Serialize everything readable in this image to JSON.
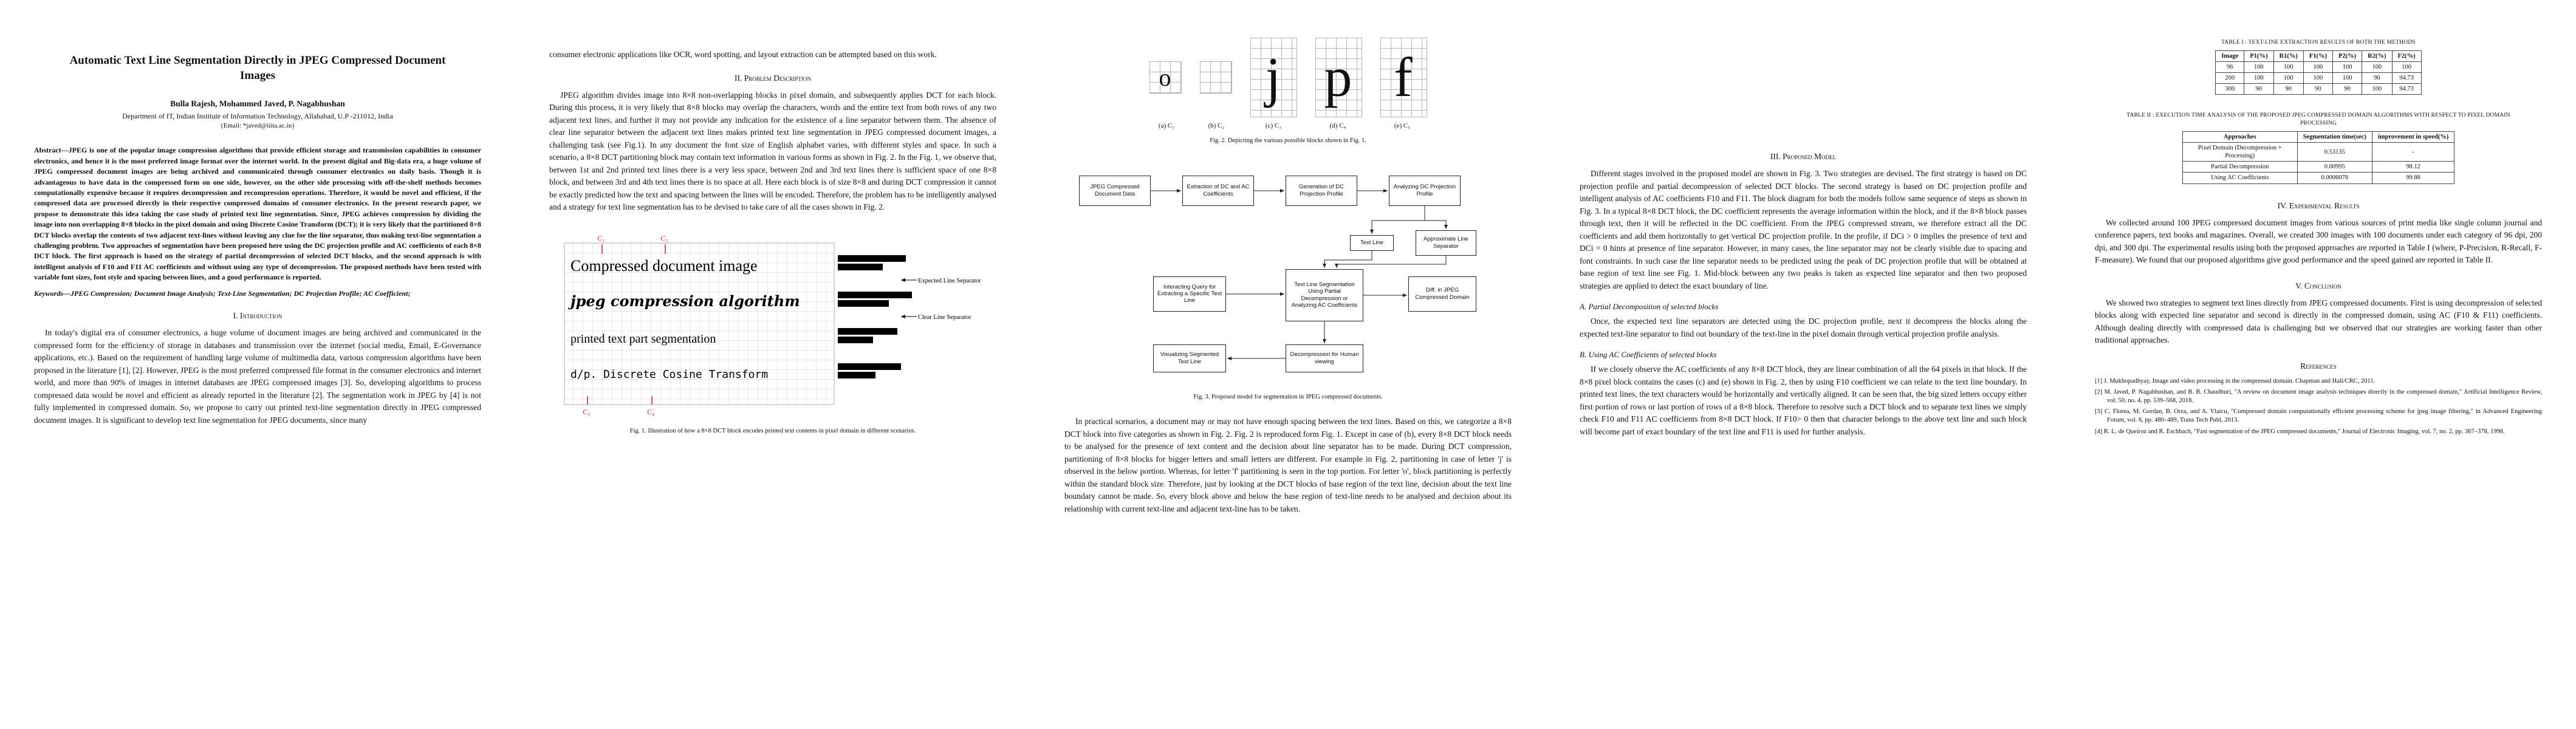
{
  "colors": {
    "text": "#111111",
    "annotation_red": "#cc2222",
    "grid_gray": "#b5b5b5"
  },
  "paper": {
    "page1": {
      "title": "Automatic Text Line Segmentation Directly in JPEG Compressed Document Images",
      "authors": "Bulla Rajesh, Mohammed Javed, P. Nagabhushan",
      "affiliation": "Department of IT, Indian Institute of Information Technology, Allahabad, U.P -211012, India",
      "email": "{Email: *javed@iiita.ac.in}",
      "abstract_label": "Abstract—",
      "abstract_text": "JPEG is one of the popular image compression algorithms that provide efficient storage and transmission capabilities in consumer electronics, and hence it is the most preferred image format over the internet world. In the present digital and Big-data era, a huge volume of JPEG compressed document images are being archived and communicated through consumer electronics on daily basis. Though it is advantageous to have data in the compressed form on one side, however, on the other side processing with off-the-shelf methods becomes computationally expensive because it requires decompression and recompression operations. Therefore, it would be novel and efficient, if the compressed data are processed directly in their respective compressed domains of consumer electronics. In the present research paper, we propose to demonstrate this idea taking the case study of printed text line segmentation. Since, JPEG achieves compression by dividing the image into non overlapping 8×8 blocks in the pixel domain and using Discrete Cosine Transform (DCT); it is very likely that the partitioned 8×8 DCT blocks overlap the contents of two adjacent text-lines without leaving any clue for the line separator, thus making text-line segmentation a challenging problem. Two approaches of segmentation have been proposed here using the DC projection profile and AC coefficients of each 8×8 DCT block. The first approach is based on the strategy of partial decompression of selected DCT blocks, and the second approach is with intelligent analysis of F10 and F11 AC coefficients and without using any type of decompression. The proposed methods have been tested with variable font sizes, font style and spacing between lines, and a good performance is reported.",
      "keywords_label": "Keywords—",
      "keywords_text": "JPEG Compression; Document Image Analysis; Text-Line Segmentation; DC Projection Profile; AC Coefficient;",
      "section_heading": "I. Introduction",
      "intro_text": "In today's digital era of consumer electronics, a huge volume of document images are being archived and communicated in the compressed form for the efficiency of storage in databases and transmission over the internet (social media, Email, E-Governance applications, etc.). Based on the requirement of handling large volume of multimedia data, various compression algorithms have been proposed in the literature [1], [2]. However, JPEG is the most preferred compressed file format in the consumer electronics and internet world, and more than 90% of images in internet databases are JPEG compressed images [3]. So, developing algorithms to process compressed data would be novel and efficient as already reported in the literature [2]. The segmentation work in JPEG by [4] is not fully implemented in compressed domain. So, we propose to carry out printed text-line segmentation directly in JPEG compressed document images. It is significant to develop text line segmentation for JPEG documents, since many"
    },
    "page2": {
      "cont_text": "consumer electronic applications like OCR, word spotting, and layout extraction can be attempted based on this work.",
      "section_heading": "II. Problem Description",
      "problem_text": "JPEG algorithm divides image into 8×8 non-overlapping blocks in pixel domain, and subsequently applies DCT for each block. During this process, it is very likely that 8×8 blocks may overlap the characters, words and the entire text from both rows of any two adjacent text lines, and further it may not provide any indication for the existence of a line separator between them. The absence of clear line separator between the adjacent text lines makes printed text line segmentation in JPEG compressed document images, a challenging task (see Fig.1). In any document the font size of English alphabet varies, with different styles and space. In such a scenario, a 8×8 DCT partitioning block may contain text information in various forms as shown in Fig. 2. In the Fig. 1, we observe that, between 1st and 2nd printed text lines there is a very less space, between 2nd and 3rd text lines there is sufficient space of one 8×8 block, and between 3rd and 4th text lines there is no space at all. Here each block is of size 8×8 and during DCT compression it cannot be exactly predicted how the text and spacing between the lines will be encoded. Therefore, the problem has to be intelligently analysed and a strategy for text line segmentation has to be devised to take care of all the cases shown in Fig. 2.",
      "fig1": {
        "lines": [
          "Compressed document image",
          "jpeg compression algorithm",
          "printed text part segmentation",
          "d/p. Discrete Cosine Transform"
        ],
        "bar_label_top": "Expected Line Separator",
        "bar_label_mid": "Clear Line Separator",
        "marks": [
          "C₁",
          "C₂",
          "C₃",
          "C₄"
        ],
        "caption": "Fig. 1. Illustration of how a 8×8 DCT block encodes printed text contents in pixel domain in different scenarios."
      }
    },
    "page3": {
      "fig2": {
        "cells": [
          {
            "glyph": "o",
            "label": "(a) C₁"
          },
          {
            "glyph": "",
            "label": "(b) C₂"
          },
          {
            "glyph": "j",
            "label": "(c) C₃"
          },
          {
            "glyph": "p",
            "label": "(d) C₄"
          },
          {
            "glyph": "f",
            "label": "(e) C₅"
          }
        ],
        "caption": "Fig. 2. Depicting the various possible blocks shown in Fig. 1."
      },
      "fig3": {
        "boxes": [
          "JPEG Compressed Document Data",
          "Extraction of DC and AC Coefficients",
          "Generation of DC Projection Profile",
          "Analyzing DC Projection Profile",
          "Text Line",
          "Approximate Line Separator",
          "Text Line Segmentation Using Partial Decompression or Analyzing AC Coefficients",
          "Diff. in JPEG Compressed Domain",
          "Interacting Query for Extracting a Specific Text Line",
          "Decompression for Human viewing",
          "Visualizing Segmented Text Line"
        ],
        "caption": "Fig. 3. Proposed model for segmentation in JPEG compressed documents."
      },
      "practical_text": "In practical scenarios, a document may or may not have enough spacing between the text lines. Based on this, we categorize a 8×8 DCT block into five categories as shown in Fig. 2. Fig. 2 is reproduced form Fig. 1. Except in case of (b), every 8×8 DCT block needs to be analysed for the presence of text content and the decision about line separator has to be made. During DCT compression, partitioning of 8×8 blocks for bigger letters and small letters are different. For example in Fig. 2, partitioning in case of letter 'j' is observed in the below portion. Whereas, for letter 'f' partitioning is seen in the top portion. For letter 'o', block partitioning is perfectly within the standard block size. Therefore, just by looking at the DCT blocks of base region of the text line, decision about the text line boundary cannot be made. So, every block above and below the base region of text-line needs to be analysed and decision about its relationship with current text-line and adjacent text-line has to be taken."
    },
    "page4": {
      "section_heading": "III. Proposed Model",
      "model_text": "Different stages involved in the proposed model are shown in Fig. 3. Two strategies are devised. The first strategy is based on DC projection profile and partial decompression of selected DCT blocks. The second strategy is based on DC projection profile and intelligent analysis of AC coefficients F10 and F11. The block diagram for both the models follow same sequence of steps as shown in Fig. 3. In a typical 8×8 DCT block, the DC coefficient represents the average information within the block, and if the 8×8 block passes through text, then it will be reflected in the DC coefficient. From the JPEG compressed stream, we therefore extract all the DC coefficients and add them horizontally to get vertical DC projection profile. In the profile, if DCi > 0 implies the presence of text and DCi = 0 hints at presence of line separator. However, in many cases, the line separator may not be clearly visible due to spacing and font constraints. In such case the line separator needs to be predicted using the peak of DC projection profile that will be obtained at base region of text line see Fig. 1. Mid-block between any two peaks is taken as expected line separator and then two proposed strategies are applied to detect the exact boundary of line.",
      "subA_heading": "A. Partial Decomposition of selected blocks",
      "subA_text": "Once, the expected text line separators are detected using the DC projection profile, next it decompress the blocks along the expected text-line separator to find out boundary of the text-line in the pixel domain through vertical projection profile analysis.",
      "subB_heading": "B. Using AC Coefficients of selected blocks",
      "subB_text": "If we closely observe the AC coefficients of any 8×8 DCT block, they are linear combination of all the 64 pixels in that block. If the 8×8 pixel block contains the cases (c) and (e) shown in Fig. 2, then by using F10 coefficient we can relate to the text line boundary. In printed text lines, the text characters would be horizontally and vertically aligned. It can be seen that, the big sized letters occupy either first portion of rows or last portion of rows of a 8×8 block. Therefore to resolve such a DCT block and to separate text lines we simply check F10 and F11 AC coefficients from 8×8 DCT block. If F10> 0 then that character belongs to the above text line and such block will become part of exact boundary of the text line and F11 is used for further analysis."
    },
    "page5": {
      "table1": {
        "caption": "TABLE I : TEXT-LINE EXTRACTION RESULTS OF BOTH THE METHODS",
        "headers": [
          "Image",
          "P1(%)",
          "R1(%)",
          "F1(%)",
          "P2(%)",
          "R2(%)",
          "F2(%)"
        ],
        "rows": [
          [
            "96",
            "100",
            "100",
            "100",
            "100",
            "100",
            "100"
          ],
          [
            "200",
            "100",
            "100",
            "100",
            "100",
            "90",
            "94.73"
          ],
          [
            "300",
            "90",
            "90",
            "90",
            "90",
            "100",
            "94.73"
          ]
        ]
      },
      "table2": {
        "caption": "TABLE II : EXECUTION TIME ANALYSIS OF THE PROPOSED JPEG COMPRESSED DOMAIN ALGORITHMS WITH RESPECT TO PIXEL DOMAIN PROCESSING",
        "headers": [
          "Approaches",
          "Segmentation time(sec)",
          "improvement in speed(%)"
        ],
        "rows": [
          [
            "Pixel Domain (Decompression + Processing)",
            "0.53135",
            "-"
          ],
          [
            "Partial Decompression",
            "0.00995",
            "98.12"
          ],
          [
            "Using AC Coefficients",
            "0.0006078",
            "99.88"
          ]
        ]
      },
      "section4_heading": "IV. Experimental Results",
      "experimental_text": "We collected around 100 JPEG compressed document images from various sources of print media like single column journal and conference papers, text books and magazines. Overall, we created 300 images with 100 documents under each category of 96 dpi, 200 dpi, and 300 dpi. The experimental results using both the proposed approaches are reported in Table I (where, P-Precision, R-Recall, F-F-measure). We found that our proposed algorithms give good performance and the speed gained are reported in Table II.",
      "section5_heading": "V. Conclusion",
      "conclusion_text": "We showed two strategies to segment text lines directly from JPEG compressed documents. First is using decompression of selected blocks along with expected line separator and second is directly in the compressed domain, using AC (F10 & F11) coefficients. Although dealing directly with compressed data is challenging but we observed that our strategies are working faster than other traditional approaches.",
      "references_heading": "References",
      "references": [
        "[1]  J. Mukhopadhyay, Image and video processing in the compressed domain. Chapman and Hall/CRC, 2011.",
        "[2]  M. Javed, P. Nagabhushan, and B. B. Chaudhuri, \"A review on document image analysis techniques directly in the compressed domain,\" Artificial Intelligence Review, vol. 50, no. 4, pp. 539–568, 2018.",
        "[3]  C. Florea, M. Gordan, B. Orza, and A. Vlaicu, \"Compressed domain computationally efficient processing scheme for jpeg image filtering,\" in Advanced Engineering Forum, vol. 8, pp. 480–489, Trans Tech Publ, 2013.",
        "[4]  R. L. de Queiroz and R. Eschbach, \"Fast segmentation of the JPEG compressed documents,\" Journal of Electronic Imaging, vol. 7, no. 2, pp. 367–378, 1998."
      ]
    }
  }
}
